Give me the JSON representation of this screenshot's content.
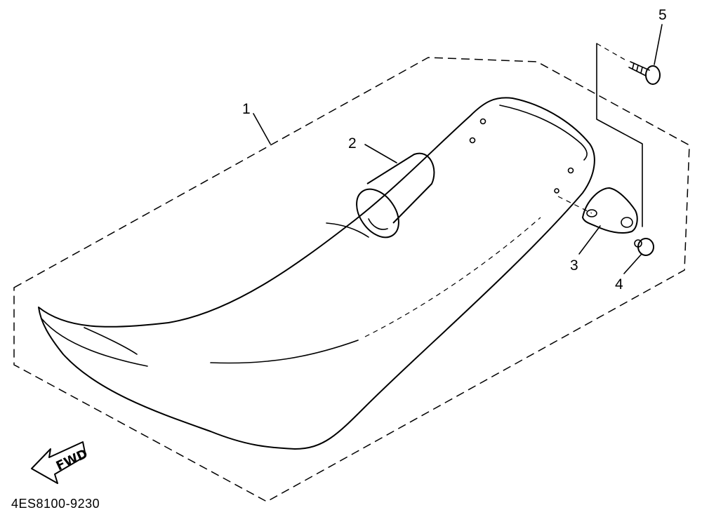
{
  "callouts": [
    {
      "number": "1",
      "part": "seat"
    },
    {
      "number": "2",
      "part": "tube"
    },
    {
      "number": "3",
      "part": "bracket"
    },
    {
      "number": "4",
      "part": "nut"
    },
    {
      "number": "5",
      "part": "bolt"
    }
  ],
  "direction_label": "FWD",
  "diagram_code": "4ES8100-9230"
}
